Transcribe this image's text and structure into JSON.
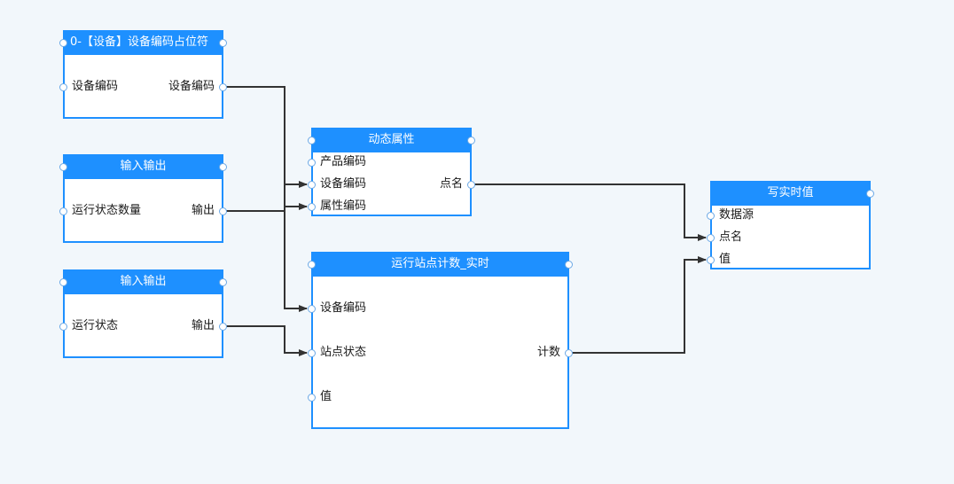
{
  "nodes": {
    "device": {
      "title": "0-【设备】设备编码占位符",
      "inputs": [
        "设备编码"
      ],
      "outputs": [
        "设备编码"
      ]
    },
    "io1": {
      "title": "输入输出",
      "inputs": [
        "运行状态数量"
      ],
      "outputs": [
        "输出"
      ]
    },
    "io2": {
      "title": "输入输出",
      "inputs": [
        "运行状态"
      ],
      "outputs": [
        "输出"
      ]
    },
    "dynamic": {
      "title": "动态属性",
      "inputs": [
        "产品编码",
        "设备编码",
        "属性编码"
      ],
      "outputs": [
        "点名"
      ]
    },
    "counter": {
      "title": "运行站点计数_实时",
      "inputs": [
        "设备编码",
        "站点状态",
        "值"
      ],
      "outputs": [
        "计数"
      ]
    },
    "write": {
      "title": "写实时值",
      "inputs": [
        "数据源",
        "点名",
        "值"
      ]
    }
  },
  "colors": {
    "node_header": "#1e90ff",
    "node_border": "#1e90ff",
    "edge": "#333333",
    "port_border": "#6ba8e5",
    "background": "#f2f7fb"
  }
}
